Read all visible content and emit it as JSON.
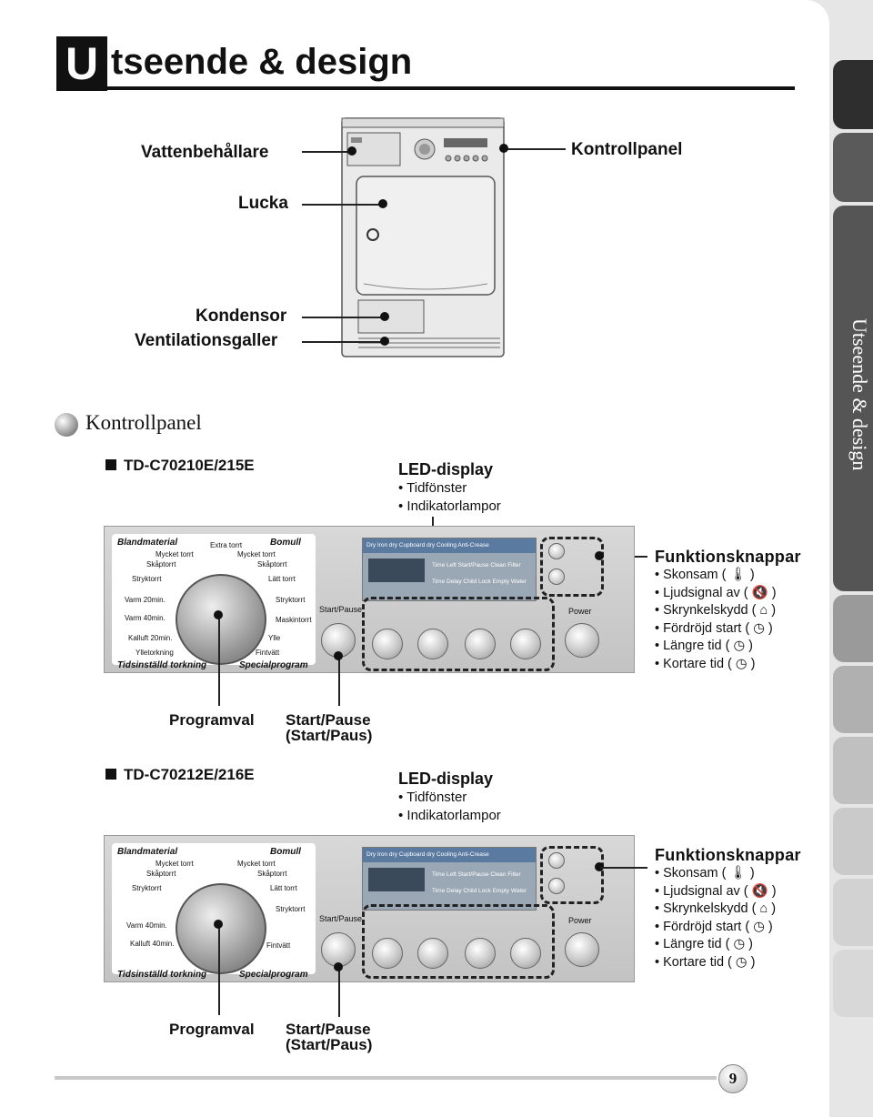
{
  "header": {
    "initial": "U",
    "title_rest": "tseende & design"
  },
  "side_tab": {
    "title": "Utseende & design"
  },
  "dryer": {
    "labels": {
      "water_tank": "Vattenbehållare",
      "door": "Lucka",
      "condenser": "Kondensor",
      "vent": "Ventilationsgaller",
      "control_panel": "Kontrollpanel"
    }
  },
  "section": {
    "title": "Kontrollpanel"
  },
  "panels": [
    {
      "model": "TD-C70210E/215E",
      "led_heading": "LED-display",
      "led_items": [
        "Tidfönster",
        "Indikatorlampor"
      ],
      "func_heading": "Funktionsknappar",
      "func_items": [
        "Skonsam (",
        "Ljudsignal av (",
        "Skrynkelskydd (",
        "Fördröjd start (",
        "Längre tid (",
        "Kortare tid ("
      ],
      "program_label": "Programval",
      "start_label": "Start/Pause",
      "start_label2": "(Start/Paus)",
      "panel_text": {
        "blend": "Blandmaterial",
        "cotton": "Bomull",
        "extra_dry": "Extra torrt",
        "very_dry_l": "Mycket torrt",
        "cupboard_l": "Skåptorrt",
        "iron_l": "Stryktorrt",
        "warm20": "Varm 20min.",
        "warm40": "Varm 40min.",
        "cold20": "Kalluft 20min.",
        "wool_dry": "Ylletorkning",
        "very_dry_r": "Mycket torrt",
        "cupboard_r": "Skåptorrt",
        "easy_iron": "Lätt torrt",
        "iron_r": "Stryktorrt",
        "machine": "Maskintorrt",
        "wool": "Ylle",
        "fine": "Fintvätt",
        "timed": "Tidsinställd torkning",
        "special": "Specialprogram",
        "start_pause": "Start/Pause",
        "power": "Power",
        "disp_top": "Dry   Iron dry   Cupboard dry   Cooling   Anti-Crease",
        "disp_r1": "Time Left    Start/Pause    Clean Filter",
        "disp_r2": "Time Delay    Child Lock    Empty Water"
      }
    },
    {
      "model": "TD-C70212E/216E",
      "led_heading": "LED-display",
      "led_items": [
        "Tidfönster",
        "Indikatorlampor"
      ],
      "func_heading": "Funktionsknappar",
      "func_items": [
        "Skonsam (",
        "Ljudsignal av (",
        "Skrynkelskydd (",
        "Fördröjd start (",
        "Längre tid (",
        "Kortare tid ("
      ],
      "program_label": "Programval",
      "start_label": "Start/Pause",
      "start_label2": "(Start/Paus)",
      "panel_text": {
        "blend": "Blandmaterial",
        "cotton": "Bomull",
        "very_dry_l": "Mycket torrt",
        "cupboard_l": "Skåptorrt",
        "iron_l": "Stryktorrt",
        "warm40": "Varm 40min.",
        "cold40": "Kalluft 40min.",
        "very_dry_r": "Mycket torrt",
        "cupboard_r": "Skåptorrt",
        "easy_iron": "Lätt torrt",
        "iron_r": "Stryktorrt",
        "fine": "Fintvätt",
        "timed": "Tidsinställd torkning",
        "special": "Specialprogram",
        "start_pause": "Start/Pause",
        "power": "Power",
        "disp_top": "Dry   Iron dry   Cupboard dry   Cooling   Anti-Crease",
        "disp_r1": "Time Left    Start/Pause    Clean Filter",
        "disp_r2": "Time Delay    Child Lock    Empty Water"
      }
    }
  ],
  "footer": {
    "page_number": "9"
  }
}
